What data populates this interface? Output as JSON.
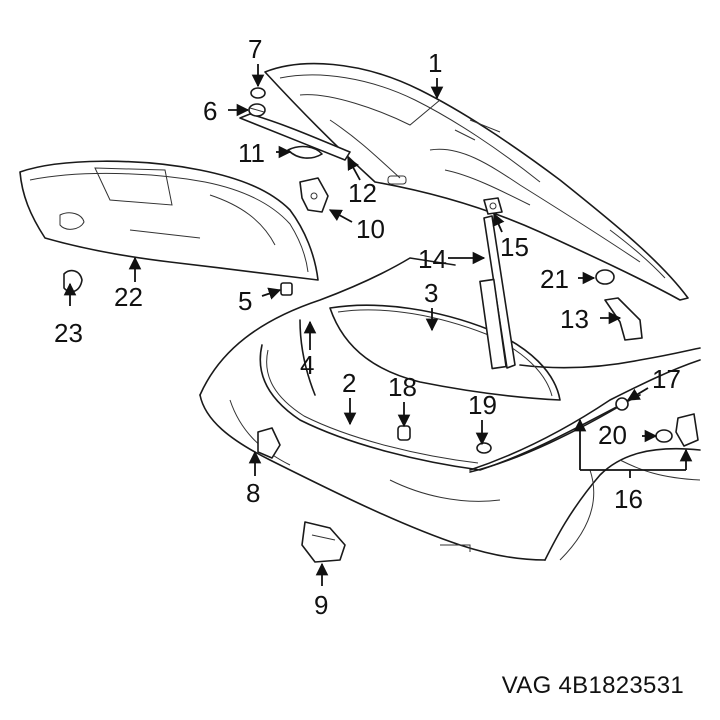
{
  "callouts": [
    {
      "id": "1",
      "label": "1"
    },
    {
      "id": "2",
      "label": "2"
    },
    {
      "id": "3",
      "label": "3"
    },
    {
      "id": "4",
      "label": "4"
    },
    {
      "id": "5",
      "label": "5"
    },
    {
      "id": "6",
      "label": "6"
    },
    {
      "id": "7",
      "label": "7"
    },
    {
      "id": "8",
      "label": "8"
    },
    {
      "id": "9",
      "label": "9"
    },
    {
      "id": "10",
      "label": "10"
    },
    {
      "id": "11",
      "label": "11"
    },
    {
      "id": "12",
      "label": "12"
    },
    {
      "id": "13",
      "label": "13"
    },
    {
      "id": "14",
      "label": "14"
    },
    {
      "id": "15",
      "label": "15"
    },
    {
      "id": "16",
      "label": "16"
    },
    {
      "id": "17",
      "label": "17"
    },
    {
      "id": "18",
      "label": "18"
    },
    {
      "id": "19",
      "label": "19"
    },
    {
      "id": "20",
      "label": "20"
    },
    {
      "id": "21",
      "label": "21"
    },
    {
      "id": "22",
      "label": "22"
    },
    {
      "id": "23",
      "label": "23"
    }
  ],
  "caption": "VAG 4B1823531"
}
